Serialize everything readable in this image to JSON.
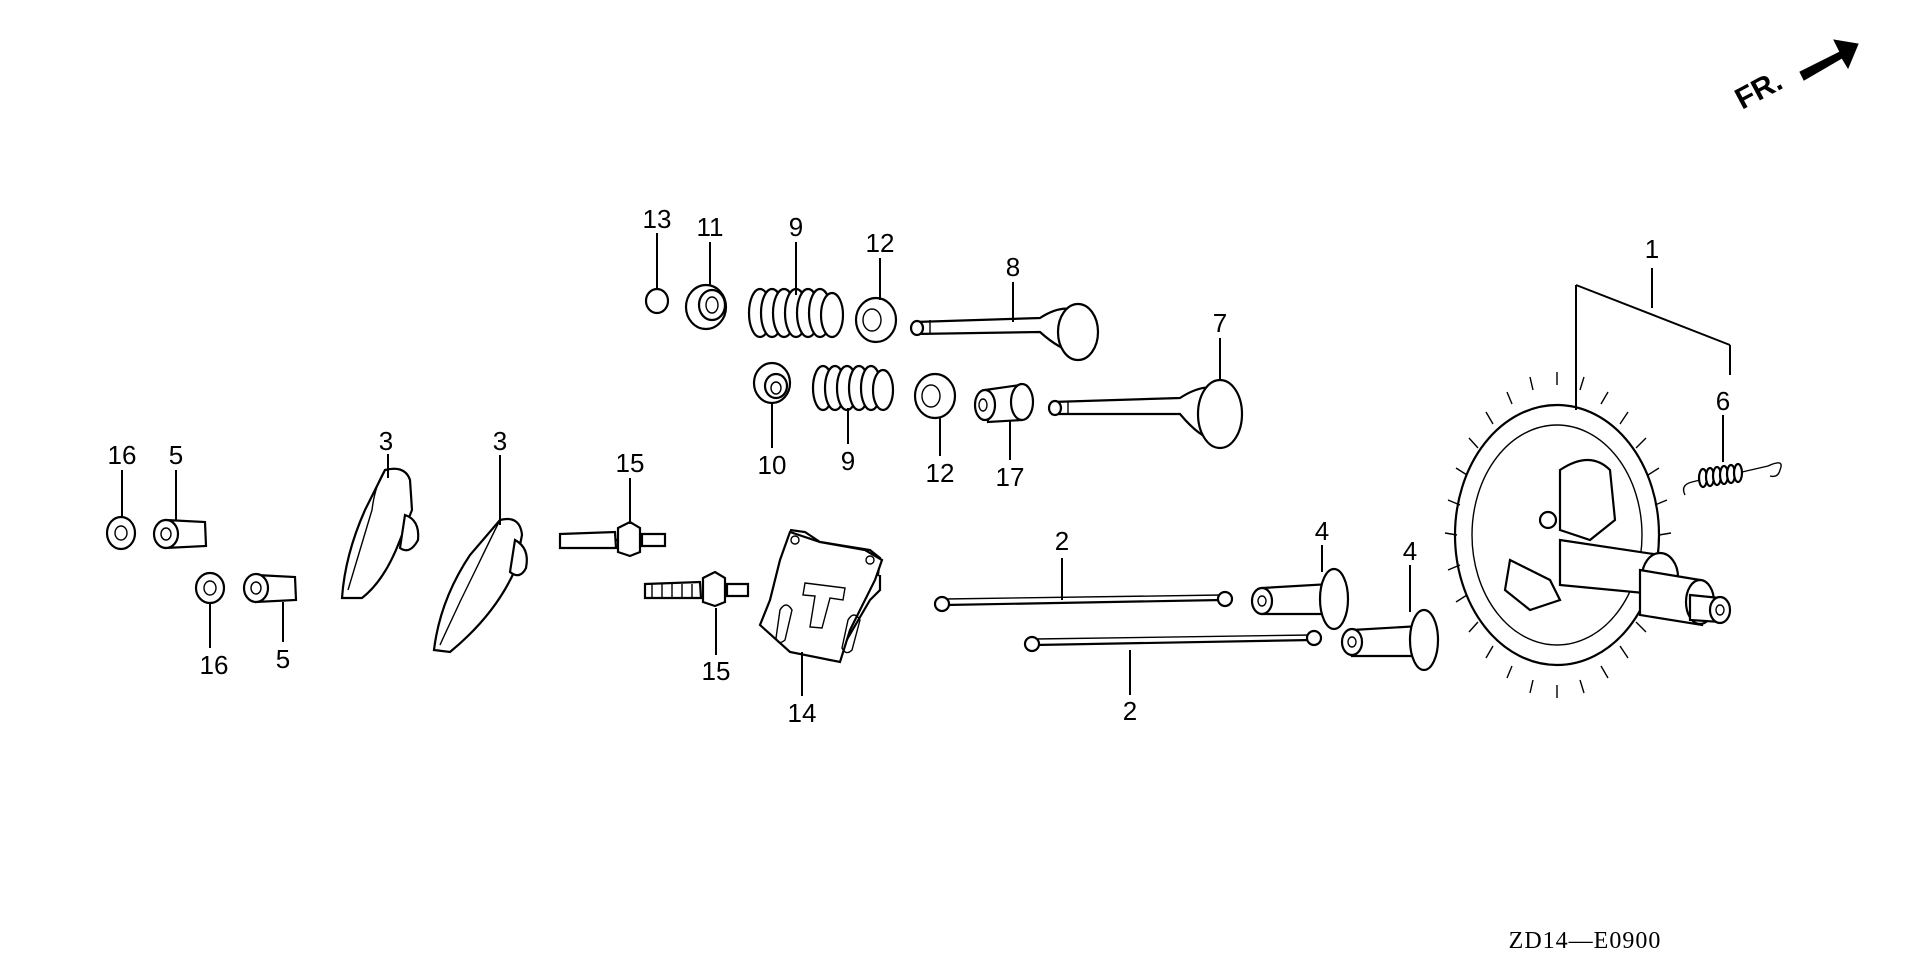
{
  "diagram_code": "ZD14—E0900",
  "direction_label": "FR.",
  "callouts": [
    {
      "id": "c1",
      "text": "1"
    },
    {
      "id": "c2a",
      "text": "2"
    },
    {
      "id": "c2b",
      "text": "2"
    },
    {
      "id": "c3a",
      "text": "3"
    },
    {
      "id": "c3b",
      "text": "3"
    },
    {
      "id": "c4a",
      "text": "4"
    },
    {
      "id": "c4b",
      "text": "4"
    },
    {
      "id": "c5a",
      "text": "5"
    },
    {
      "id": "c5b",
      "text": "5"
    },
    {
      "id": "c6",
      "text": "6"
    },
    {
      "id": "c7",
      "text": "7"
    },
    {
      "id": "c8",
      "text": "8"
    },
    {
      "id": "c9a",
      "text": "9"
    },
    {
      "id": "c9b",
      "text": "9"
    },
    {
      "id": "c10",
      "text": "10"
    },
    {
      "id": "c11",
      "text": "11"
    },
    {
      "id": "c12a",
      "text": "12"
    },
    {
      "id": "c12b",
      "text": "12"
    },
    {
      "id": "c13",
      "text": "13"
    },
    {
      "id": "c14",
      "text": "14"
    },
    {
      "id": "c15a",
      "text": "15"
    },
    {
      "id": "c15b",
      "text": "15"
    },
    {
      "id": "c16a",
      "text": "16"
    },
    {
      "id": "c16b",
      "text": "16"
    },
    {
      "id": "c17",
      "text": "17"
    }
  ]
}
